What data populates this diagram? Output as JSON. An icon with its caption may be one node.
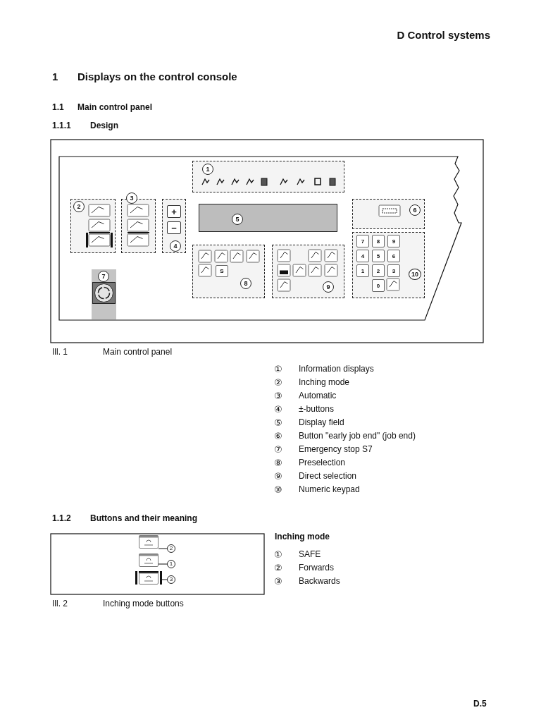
{
  "diagram": {
    "title": "D Control systems",
    "nodes": [
      {
        "text": [
          "1"
        ]
      },
      {
        "text": [
          "2"
        ]
      },
      {
        "text": [
          "3"
        ]
      },
      {
        "text": [
          "4"
        ]
      },
      {
        "text": [
          "+"
        ],
        "in": 3
      },
      {
        "text": [
          "−"
        ],
        "in": 3
      },
      {
        "text": [
          "5"
        ]
      },
      {
        "text": [
          "6"
        ]
      },
      {
        "text": [
          "7"
        ]
      },
      {
        "text": [
          "8"
        ]
      },
      {
        "text": [
          "S"
        ],
        "in": 9
      },
      {
        "text": [
          "9"
        ]
      },
      {
        "text": [
          "10"
        ]
      },
      {
        "text": [
          "7"
        ],
        "in": 12
      },
      {
        "text": [
          "8"
        ],
        "in": 12
      },
      {
        "text": [
          "9"
        ],
        "in": 12
      },
      {
        "text": [
          "4"
        ],
        "in": 12
      },
      {
        "text": [
          "5"
        ],
        "in": 12
      },
      {
        "text": [
          "6"
        ],
        "in": 12
      },
      {
        "text": [
          "1"
        ],
        "in": 12
      },
      {
        "text": [
          "2"
        ],
        "in": 12
      },
      {
        "text": [
          "3"
        ],
        "in": 12
      },
      {
        "text": [
          "0"
        ],
        "in": 12
      },
      {
        "text": [],
        "shape": "box"
      },
      {
        "text": [],
        "shape": "box"
      },
      {
        "text": [],
        "shape": "box"
      },
      {
        "text": [
          "2"
        ]
      },
      {
        "text": [
          "1"
        ]
      },
      {
        "text": [
          "3"
        ]
      }
    ],
    "edges": [
      {
        "from": 23,
        "to": 26,
        "arrow": "none"
      },
      {
        "from": 24,
        "to": 27,
        "arrow": "none"
      },
      {
        "from": 25,
        "to": 28,
        "arrow": "none"
      }
    ],
    "labels": [
      "1",
      "Displays on the control console",
      "1.1",
      "Main control panel",
      "1.1.1",
      "Design",
      "Ill. 1",
      "Main control panel",
      "①",
      "Information displays",
      "②",
      "Inching mode",
      "③",
      "Automatic",
      "④",
      "±-buttons",
      "⑤",
      "Display field",
      "⑥",
      "Button \"early job end\" (job end)",
      "⑦",
      "Emergency stop S7",
      "⑧",
      "Preselection",
      "⑨",
      "Direct selection",
      "⑩",
      "Numeric keypad",
      "1.1.2",
      "Buttons and their meaning",
      "Inching mode",
      "①",
      "SAFE",
      "②",
      "Forwards",
      "③",
      "Backwards",
      "Ill. 2",
      "Inching mode buttons",
      "D.5"
    ]
  }
}
